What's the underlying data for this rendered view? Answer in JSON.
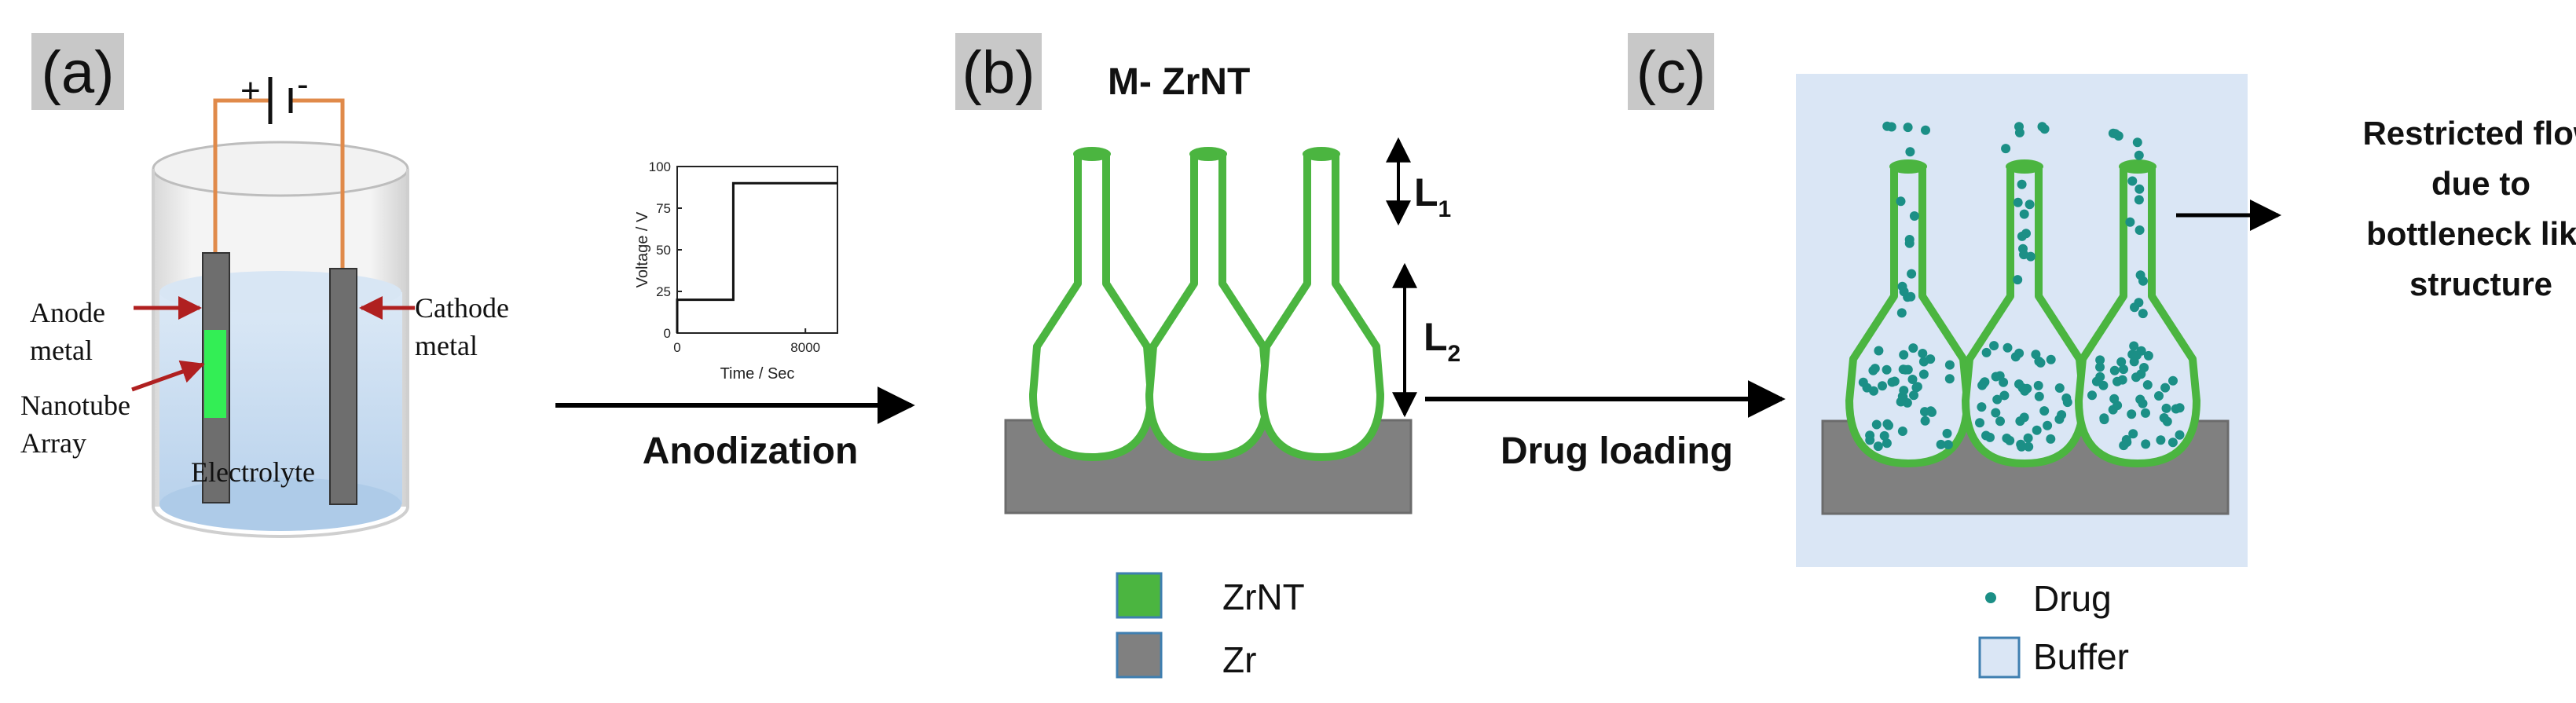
{
  "colors": {
    "zrnt_green": "#4bb540",
    "zr_gray": "#808080",
    "buffer_blue": "#dae6f5",
    "drug_teal": "#1b8f86",
    "electrolyte": "#c8dcf0",
    "wire_orange": "#e08a4a",
    "nanotube_bright_green": "#33ee55",
    "arrow_red": "#b02020",
    "label_bg": "#c8c8c8"
  },
  "panel_a": {
    "label": "(a)",
    "plus": "+",
    "minus": "-",
    "anode_label_1": "Anode",
    "anode_label_2": "metal",
    "cathode_label_1": "Cathode",
    "cathode_label_2": "metal",
    "nanotube_label_1": "Nanotube",
    "nanotube_label_2": "Array",
    "electrolyte_label": "Electrolyte"
  },
  "voltage_chart": {
    "ylabel": "Voltage / V",
    "xlabel": "Time / Sec",
    "y_ticks": [
      "0",
      "25",
      "50",
      "75",
      "100"
    ],
    "x_ticks": [
      "0",
      "8000"
    ]
  },
  "chart_data": {
    "type": "line",
    "xlabel": "Time / Sec",
    "ylabel": "Voltage / V",
    "xlim": [
      0,
      10000
    ],
    "ylim": [
      0,
      100
    ],
    "series": [
      {
        "x": [
          0,
          0,
          3500,
          3500,
          10000
        ],
        "y": [
          0,
          20,
          20,
          90,
          90
        ]
      }
    ]
  },
  "arrows": {
    "anodization": "Anodization",
    "drug_loading": "Drug loading"
  },
  "panel_b": {
    "label": "(b)",
    "title": "M- ZrNT",
    "L1_main": "L",
    "L1_sub": "1",
    "L2_main": "L",
    "L2_sub": "2"
  },
  "legend_b": [
    {
      "label": "ZrNT",
      "color": "#4bb540"
    },
    {
      "label": "Zr",
      "color": "#808080"
    }
  ],
  "panel_c": {
    "label": "(c)",
    "restricted_lines": [
      "Restricted flow",
      "due to",
      "bottleneck like",
      "structure"
    ]
  },
  "legend_c": {
    "drug": "Drug",
    "buffer": "Buffer"
  }
}
